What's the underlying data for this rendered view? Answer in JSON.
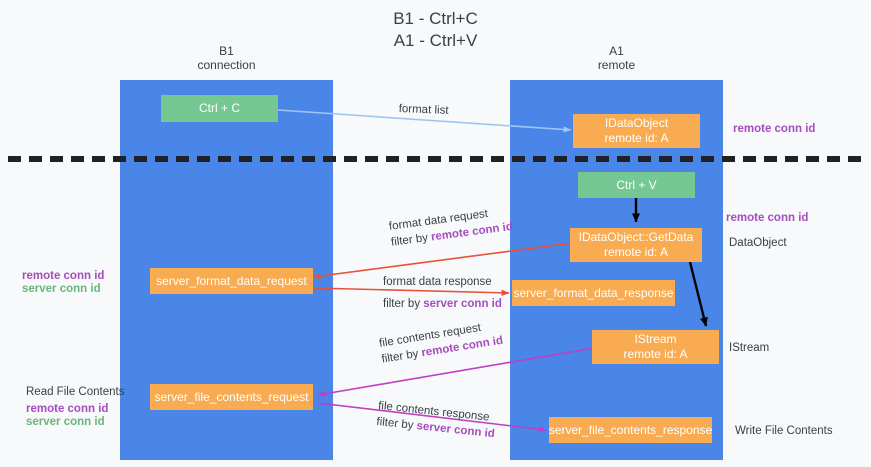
{
  "title": {
    "line1": "B1 - Ctrl+C",
    "line2": "A1 - Ctrl+V"
  },
  "lanes": [
    {
      "id": "b1",
      "name": "B1",
      "role": "connection"
    },
    {
      "id": "a1",
      "name": "A1",
      "role": "remote"
    }
  ],
  "nodes": {
    "ctrl_c": {
      "label": "Ctrl + C"
    },
    "idataobject": {
      "l1": "IDataObject",
      "l2": "remote id: A"
    },
    "ctrl_v": {
      "label": "Ctrl + V"
    },
    "getdata": {
      "l1": "IDataObject::GetData",
      "l2": "remote id: A"
    },
    "fmt_req": {
      "label": "server_format_data_request"
    },
    "fmt_resp": {
      "label": "server_format_data_response"
    },
    "istream": {
      "l1": "IStream",
      "l2": "remote id: A"
    },
    "file_req": {
      "label": "server_file_contents_request"
    },
    "file_resp": {
      "label": "server_file_contents_response"
    }
  },
  "edges": [
    {
      "id": "format-list",
      "label": "format list",
      "filter_prefix": "",
      "filter_key": ""
    },
    {
      "id": "format-data-request",
      "label": "format data request",
      "filter_prefix": "filter by ",
      "filter_key": "remote conn id"
    },
    {
      "id": "format-data-response",
      "label": "format data response",
      "filter_prefix": "filter by ",
      "filter_key": "server conn id"
    },
    {
      "id": "file-contents-request",
      "label": "file contents request",
      "filter_prefix": "filter by ",
      "filter_key": "remote conn id"
    },
    {
      "id": "file-contents-response",
      "label": "file contents response",
      "filter_prefix": "filter by ",
      "filter_key": "server conn id"
    }
  ],
  "annotations": {
    "right_top_conn": "remote conn id",
    "right_mid_conn": "remote conn id",
    "right_dataobject": "DataObject",
    "right_istream": "IStream",
    "right_write_file": "Write File Contents",
    "left_remote_conn_1": "remote conn id",
    "left_server_conn_1": "server conn id",
    "left_read_file": "Read File Contents",
    "left_remote_conn_2": "remote conn id",
    "left_server_conn_2": "server conn id"
  },
  "colors": {
    "lane": "#4a86e8",
    "green_node": "#76c893",
    "orange_node": "#f9ab51",
    "purple_text": "#a64dbd",
    "green_text": "#69b57b",
    "blue_arrow": "#9fc5f8",
    "red_arrow": "#e8503a",
    "magenta_arrow": "#c13ec1",
    "black_arrow": "#000000",
    "background": "#f8f9fa"
  }
}
